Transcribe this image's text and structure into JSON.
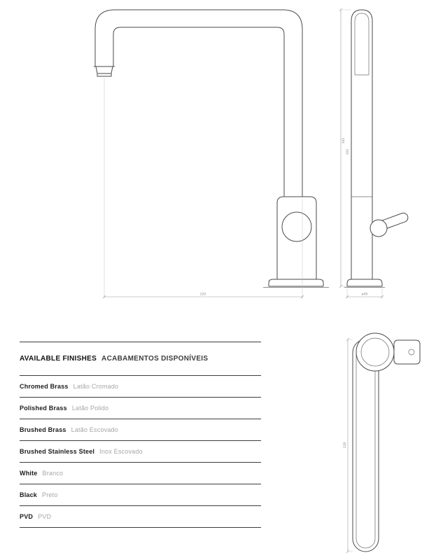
{
  "finishes": {
    "heading_en": "AVAILABLE FINISHES",
    "heading_pt": "ACABAMENTOS DISPONÍVEIS",
    "rows": [
      {
        "en": "Chromed Brass",
        "pt": "Latão Cromado"
      },
      {
        "en": "Polished Brass",
        "pt": "Latão Polido"
      },
      {
        "en": "Brushed Brass",
        "pt": "Latão Escovado"
      },
      {
        "en": "Brushed Stainless Steel",
        "pt": "Inox Escovado"
      },
      {
        "en": "White",
        "pt": "Branco"
      },
      {
        "en": "Black",
        "pt": "Preto"
      },
      {
        "en": "PVD",
        "pt": "PVD"
      }
    ]
  },
  "dims": {
    "front_reach": "220",
    "side_height_total": "342",
    "side_height_spout": "300",
    "side_base": "ø49",
    "top_length": "228"
  },
  "colors": {
    "line": "#4a4a4a",
    "dim": "#9a9a9a",
    "rule": "#3c3c3c",
    "text_dark": "#1a1a1a",
    "text_muted": "#a6a6a6"
  }
}
